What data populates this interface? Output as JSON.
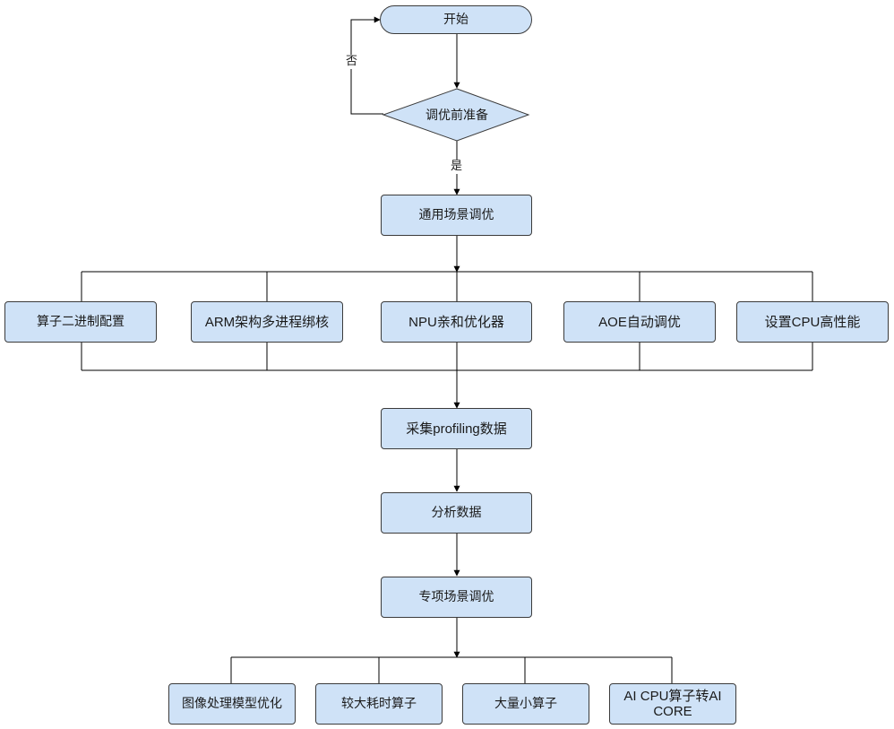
{
  "nodes": {
    "start": "开始",
    "decision": "调优前准备",
    "general_tuning": "通用场景调优",
    "general_items": [
      "算子二进制配置",
      "ARM架构多进程绑核",
      "NPU亲和优化器",
      "AOE自动调优",
      "设置CPU高性能"
    ],
    "collect_profiling": "采集profiling数据",
    "analyze_data": "分析数据",
    "special_tuning": "专项场景调优",
    "special_items": [
      "图像处理模型优化",
      "较大耗时算子",
      "大量小算子",
      "AI CPU算子转AI CORE"
    ]
  },
  "edges": {
    "no_label": "否",
    "yes_label": "是"
  },
  "colors": {
    "node_fill": "#cfe2f7",
    "stroke": "#3b3b3b",
    "line": "#000000"
  }
}
